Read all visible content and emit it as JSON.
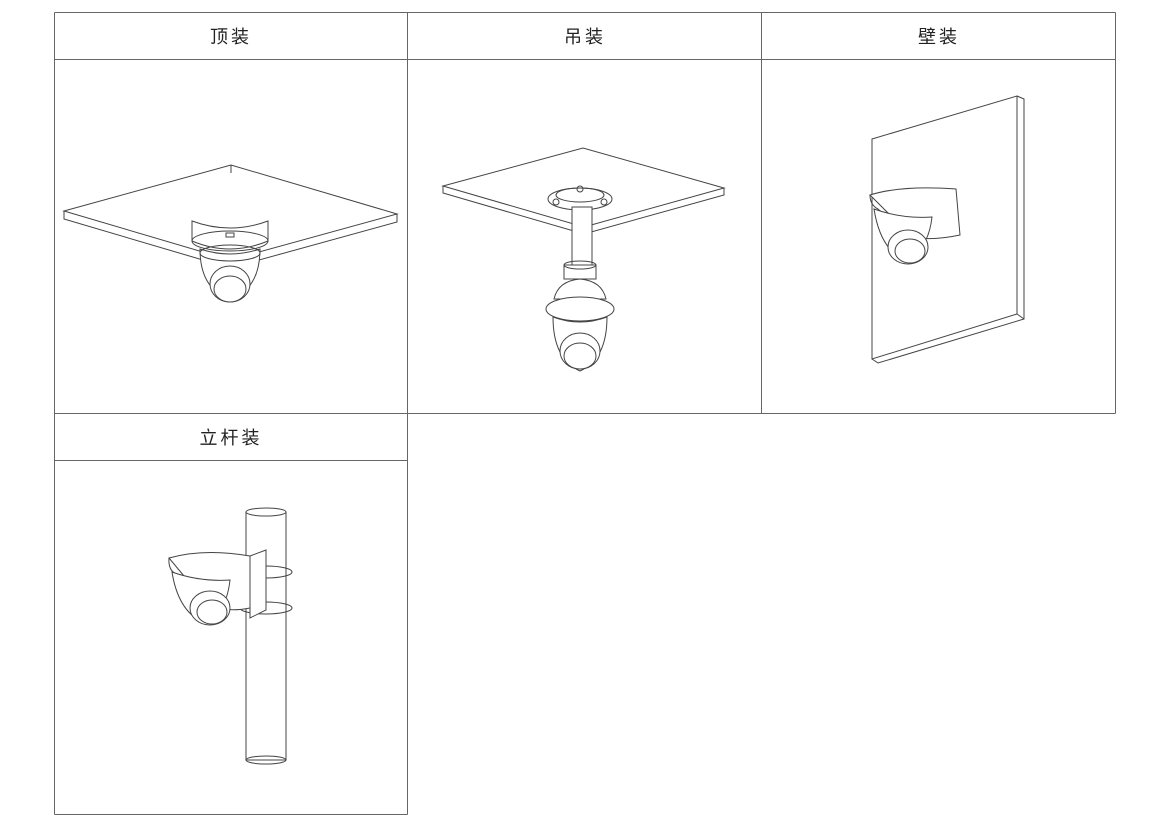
{
  "table": {
    "cells": [
      {
        "label": "顶装",
        "icon": "ceiling-mount-illustration"
      },
      {
        "label": "吊装",
        "icon": "pendant-mount-illustration"
      },
      {
        "label": "壁装",
        "icon": "wall-mount-illustration"
      },
      {
        "label": "立杆装",
        "icon": "pole-mount-illustration"
      }
    ]
  }
}
